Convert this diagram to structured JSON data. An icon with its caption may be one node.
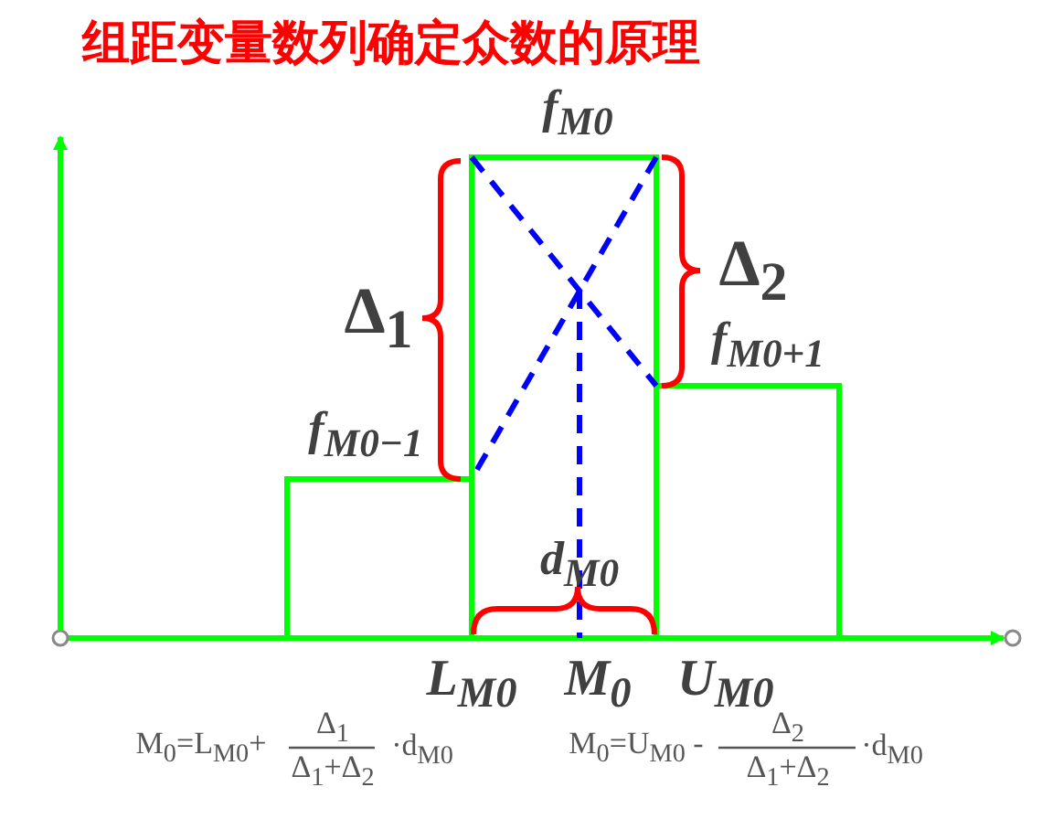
{
  "diagram": {
    "title": "组距变量数列确定众数的原理",
    "labels": [
      "f$_{M0}$",
      "Δ$_{1}$",
      "Δ$_{2}$",
      "f$_{M0+1}$",
      "f$_{M0−1}$",
      "d$_{M0}$",
      "L$_{M0}$",
      "M$_{0}$",
      "U$_{M0}$",
      "M$_{0}$=L$_{M0}$+",
      "Δ$_{1}$",
      "Δ$_{1}$+Δ$_{2}$",
      "·d$_{M0}$",
      "M$_{0}$=U$_{M0}$ -",
      "Δ$_{2}$",
      "Δ$_{1}$+Δ$_{2}$",
      "·d$_{M0}$"
    ]
  }
}
